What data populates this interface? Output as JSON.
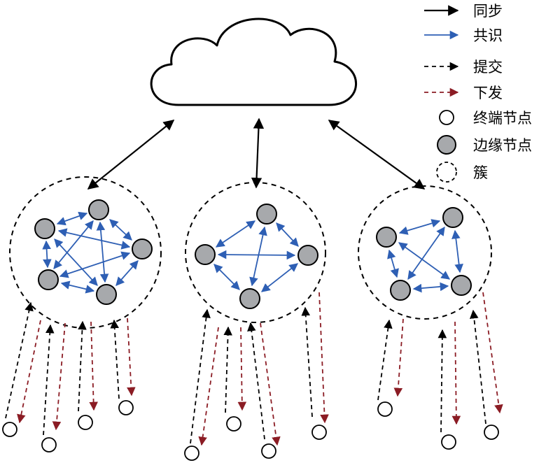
{
  "colors": {
    "sync": "#000000",
    "consensus": "#2e5fb4",
    "submit": "#000000",
    "dispatch": "#8b1c24",
    "edge_node_fill": "#a7a9ac",
    "terminal_node_fill": "#ffffff"
  },
  "legend": {
    "sync_label": "同步",
    "consensus_label": "共识",
    "submit_label": "提交",
    "dispatch_label": "下发",
    "terminal_node_label": "终端节点",
    "edge_node_label": "边缘节点",
    "cluster_label": "簇"
  },
  "icons": {
    "cloud": "cloud-icon"
  }
}
